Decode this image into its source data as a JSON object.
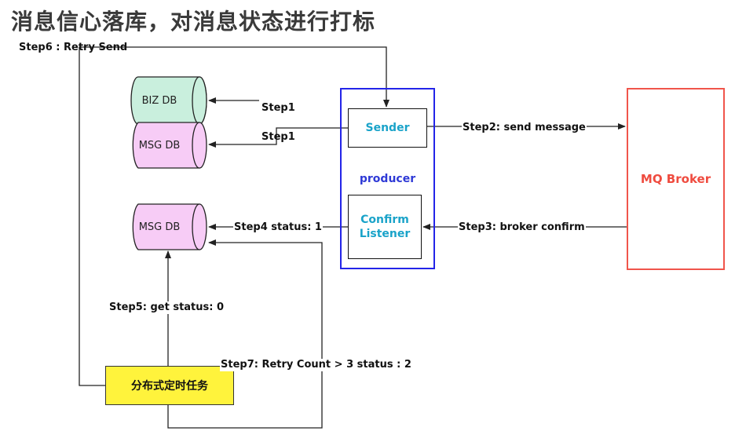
{
  "title": "消息信心落库，对消息状态进行打标",
  "producer": {
    "label": "producer",
    "sender": "Sender",
    "confirm_listener": "Confirm\nListener"
  },
  "broker": {
    "label": "MQ Broker"
  },
  "databases": {
    "biz": "BIZ DB",
    "msg_top": "MSG DB",
    "msg_bottom": "MSG DB"
  },
  "task": {
    "label": "分布式定时任务"
  },
  "steps": {
    "step1_biz": "Step1",
    "step1_msg": "Step1",
    "step2": "Step2:  send message",
    "step3": "Step3:  broker confirm",
    "step4": "Step4 status: 1",
    "step5": "Step5: get status:  0",
    "step6": "Step6 :  Retry Send",
    "step7": "Step7: Retry Count > 3 status : 2"
  },
  "colors": {
    "biz_db_fill": "#c9efdd",
    "msg_db_fill": "#f7ccf6",
    "producer_border": "#2324e8",
    "broker_border": "#f0554b",
    "task_fill": "#fff33c",
    "node_text": "#1aa3c9"
  }
}
